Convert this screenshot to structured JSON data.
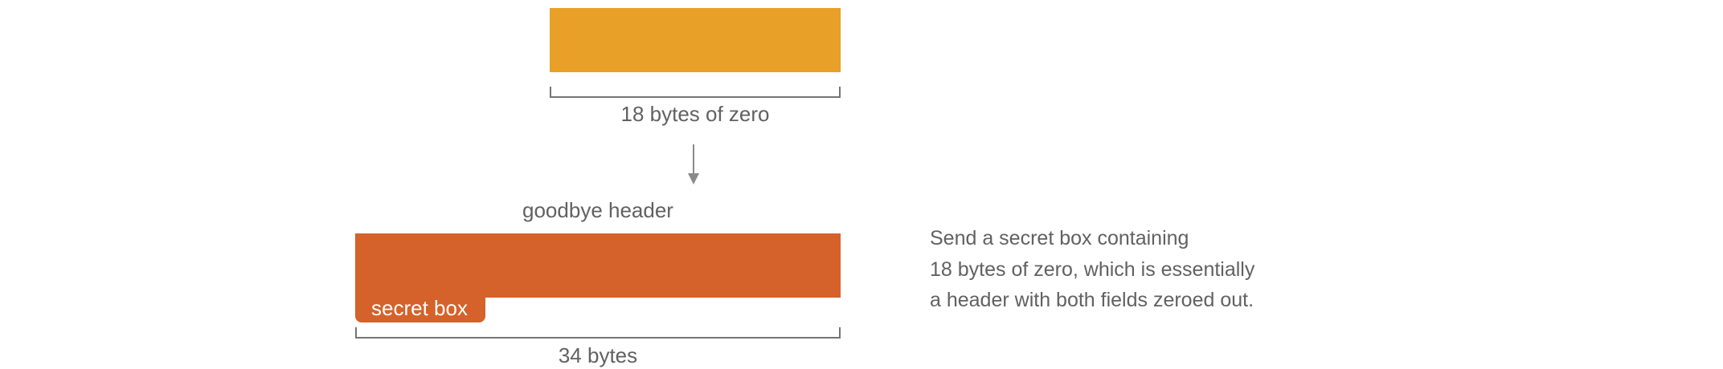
{
  "top_block": {
    "color": "#E8A028",
    "size_label": "18 bytes of zero"
  },
  "goodbye": {
    "header_label": "goodbye header",
    "block_color": "#D4622A",
    "tab_label": "secret box",
    "size_label": "34 bytes"
  },
  "description": {
    "lines": [
      "Send a secret box containing",
      "18 bytes of zero, which is essentially",
      "a header with both fields zeroed out."
    ]
  }
}
